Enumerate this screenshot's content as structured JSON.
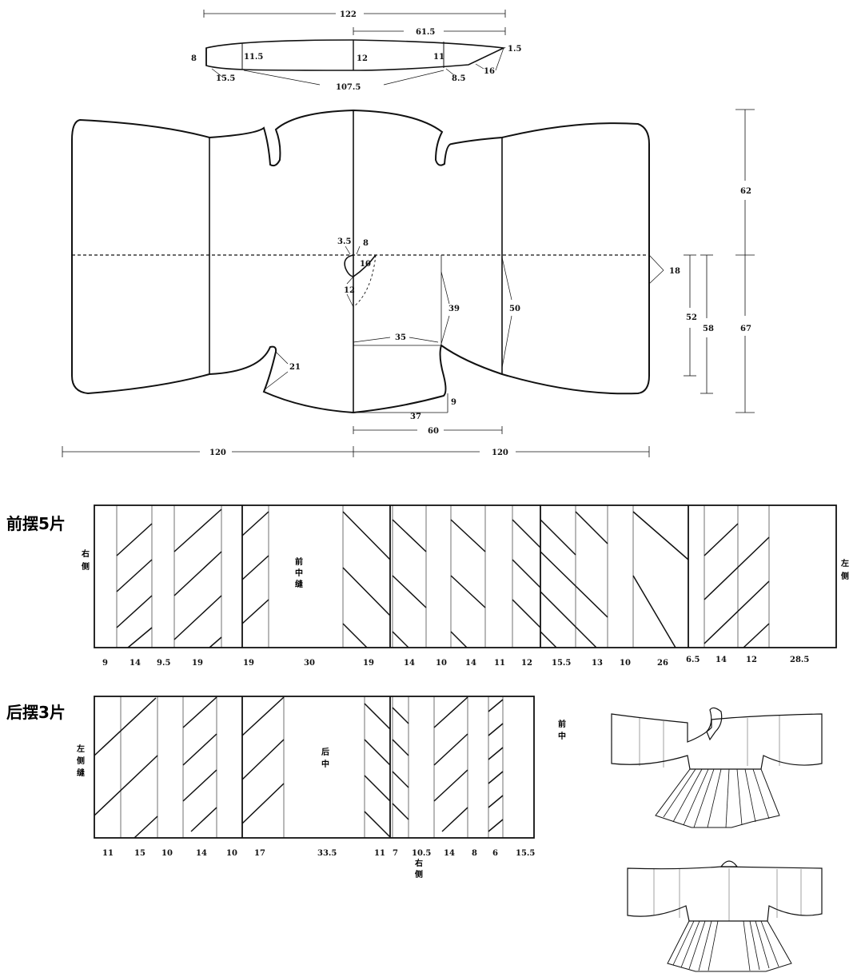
{
  "collar": {
    "dims": [
      "122",
      "61.5",
      "8",
      "11.5",
      "12",
      "11",
      "1.5",
      "15.5",
      "107.5",
      "8.5",
      "16"
    ]
  },
  "bodice": {
    "dims": [
      "62",
      "18",
      "3.5",
      "8",
      "10",
      "12",
      "39",
      "50",
      "52",
      "58",
      "67",
      "35",
      "21",
      "9",
      "37",
      "60",
      "120",
      "120"
    ]
  },
  "front_skirt": {
    "title": "前摆5片",
    "right_side": "右侧",
    "center_seam": "前中缝",
    "left_side": "左侧",
    "dims": [
      "9",
      "14",
      "9.5",
      "19",
      "19",
      "30",
      "19",
      "14",
      "10",
      "14",
      "11",
      "12",
      "15.5",
      "13",
      "10",
      "26",
      "6.5",
      "14",
      "12",
      "28.5"
    ]
  },
  "back_skirt": {
    "title": "后摆3片",
    "left_side_seam": "左侧缝",
    "back_center": "后中",
    "right_side": "右侧",
    "front_center": "前中",
    "dims": [
      "11",
      "15",
      "10",
      "14",
      "10",
      "17",
      "33.5",
      "11",
      "7",
      "10.5",
      "14",
      "8",
      "6",
      "15.5"
    ]
  }
}
